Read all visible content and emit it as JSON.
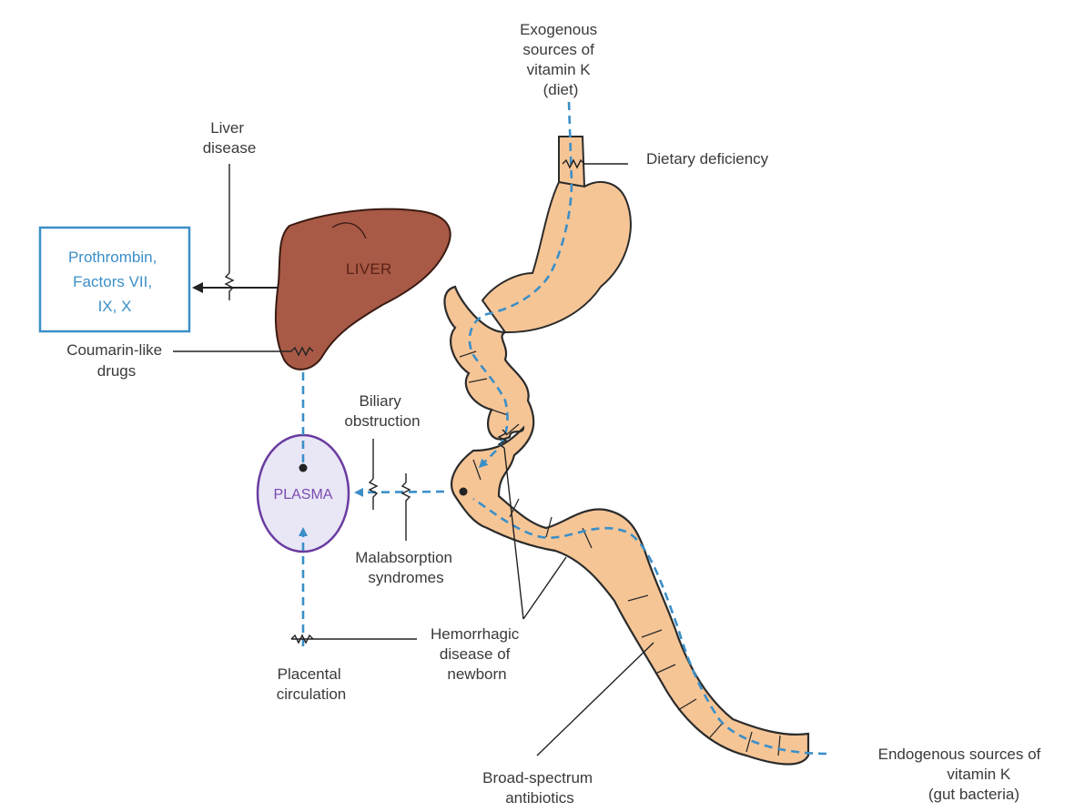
{
  "colors": {
    "liver_fill": "#a85a46",
    "liver_stroke": "#3a1a12",
    "gut_fill": "#f6c596",
    "gut_stroke": "#2b2b2b",
    "blue_path": "#3b8fc8",
    "plasma_fill": "#e9e6f6",
    "plasma_stroke": "#6a3ba0",
    "box_stroke": "#3b8fc8",
    "label_text": "#3a3a3a"
  },
  "nodes": {
    "box_lines": [
      "Prothrombin,",
      "Factors VII,",
      "IX, X"
    ],
    "liver": "LIVER",
    "plasma": "PLASMA"
  },
  "sources": {
    "exogenous_lines": [
      "Exogenous",
      "sources of",
      "vitamin K",
      "(diet)"
    ],
    "endogenous_lines": [
      "Endogenous sources of",
      "vitamin K",
      "(gut bacteria)"
    ]
  },
  "blocks": {
    "liver_disease_lines": [
      "Liver",
      "disease"
    ],
    "coumarin_lines": [
      "Coumarin-like",
      "drugs"
    ],
    "biliary_lines": [
      "Biliary",
      "obstruction"
    ],
    "malabsorption_lines": [
      "Malabsorption",
      "syndromes"
    ],
    "dietary": "Dietary deficiency",
    "hemorrhagic_lines": [
      "Hemorrhagic",
      "disease of",
      "newborn"
    ],
    "placental_lines": [
      "Placental",
      "circulation"
    ],
    "antibiotics_lines": [
      "Broad-spectrum",
      "antibiotics"
    ]
  }
}
